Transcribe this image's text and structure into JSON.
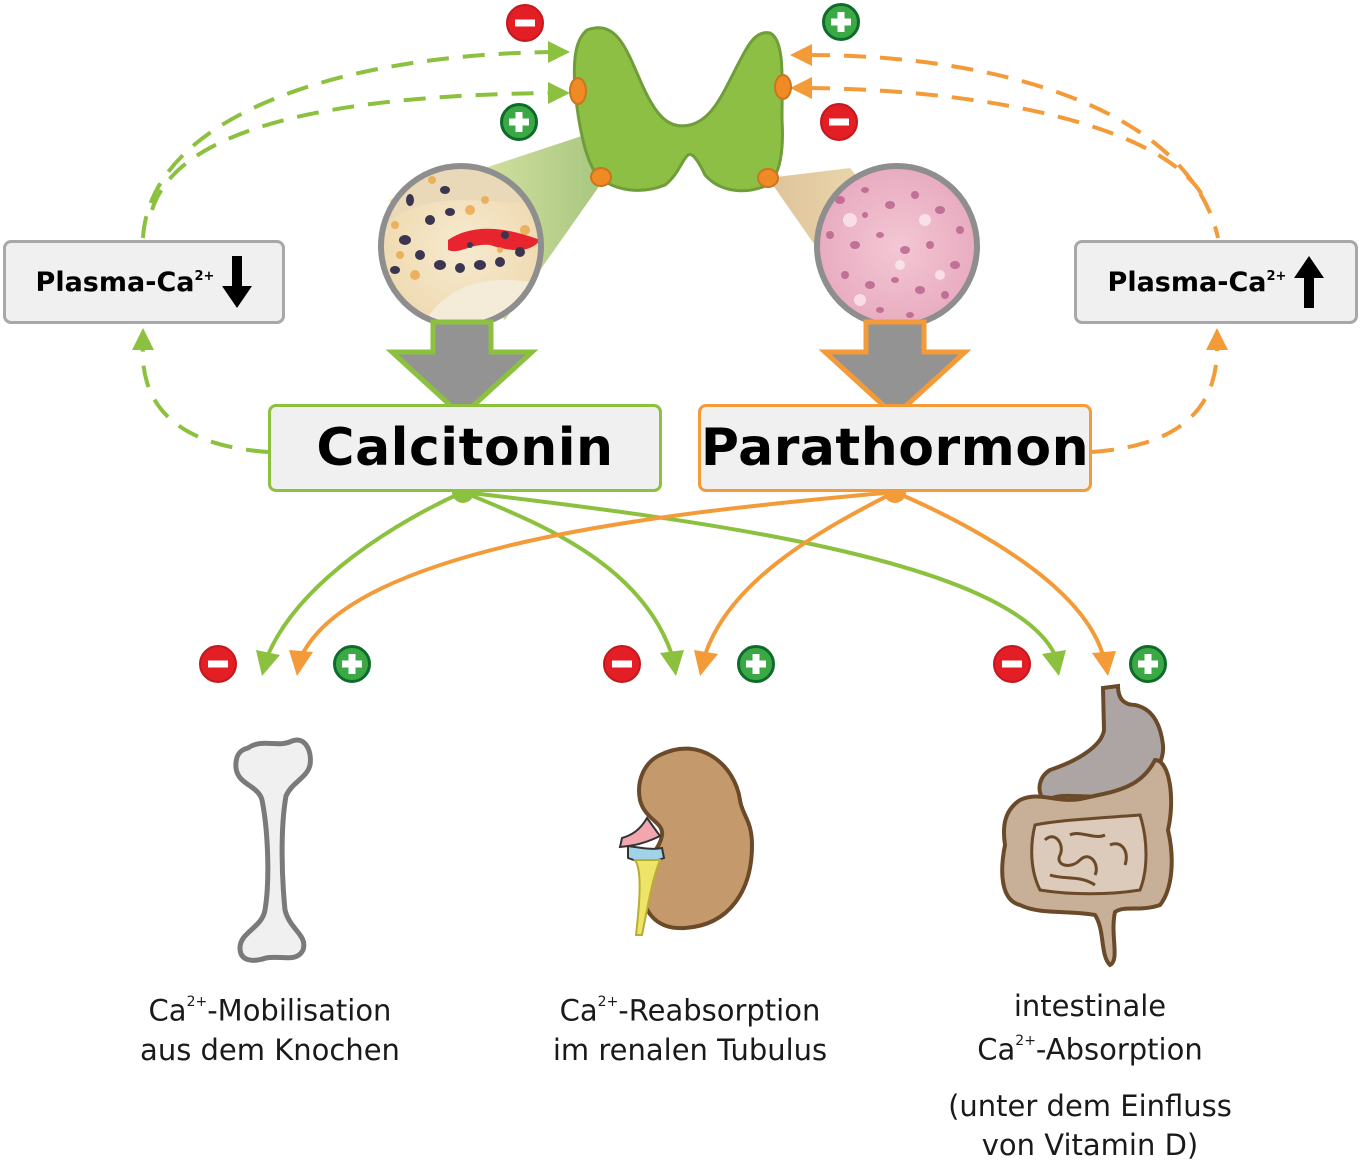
{
  "title": "Regulation des Plasma-Calciums durch Calcitonin und Parathormon",
  "colors": {
    "calcitonin": "#8cc03f",
    "parathormon": "#f39a39",
    "inhibit": "#e31e24",
    "stimulate": "#3aa845",
    "box_fill": "#f0f0f0",
    "thyroid": "#8cbf44",
    "parathyroid": "#f08a24"
  },
  "feedback": {
    "left": {
      "label_main": "Plasma-Ca",
      "label_sup": "2+",
      "direction": "down",
      "icon": "arrow-down-icon",
      "signs": [
        "minus",
        "plus"
      ]
    },
    "right": {
      "label_main": "Plasma-Ca",
      "label_sup": "2+",
      "direction": "up",
      "icon": "arrow-up-icon",
      "signs": [
        "plus",
        "minus"
      ]
    }
  },
  "hormones": {
    "calcitonin": {
      "label": "Calcitonin",
      "source_image": "C-Zellen (histologisch)"
    },
    "parathormon": {
      "label": "Parathormon",
      "source_image": "Nebenschilddrüse (histologisch)"
    }
  },
  "targets": [
    {
      "organ": "bone",
      "icon": "bone-icon",
      "line1_main": "Ca",
      "line1_sup": "2+",
      "line1_rest": "-Mobilisation",
      "line2": "aus dem Knochen",
      "calcitonin_effect": "minus",
      "parathormon_effect": "plus"
    },
    {
      "organ": "kidney",
      "icon": "kidney-icon",
      "line1_main": "Ca",
      "line1_sup": "2+",
      "line1_rest": "-Reabsorption",
      "line2": "im renalen Tubulus",
      "calcitonin_effect": "minus",
      "parathormon_effect": "plus"
    },
    {
      "organ": "intestine",
      "icon": "intestine-icon",
      "line0": "intestinale",
      "line1_main": "Ca",
      "line1_sup": "2+",
      "line1_rest": "-Absorption",
      "note1": "(unter dem Einfluss",
      "note2": "von Vitamin D)",
      "calcitonin_effect": "minus",
      "parathormon_effect": "plus"
    }
  ]
}
